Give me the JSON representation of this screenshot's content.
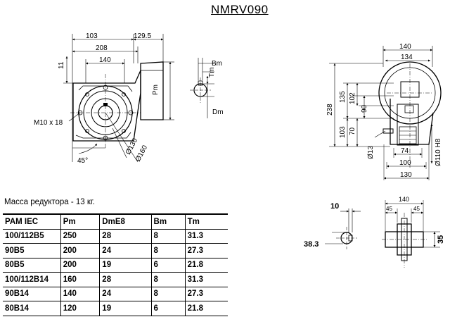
{
  "title": "NMRV090",
  "mass_note": "Масса редуктора - 13 кг.",
  "front_view": {
    "dim_103": "103",
    "dim_129_5": "129.5",
    "dim_208": "208",
    "dim_140": "140",
    "dim_11": "11",
    "dim_pm": "Pm",
    "thread": "M10 x 18",
    "dim_45deg": "45°",
    "dim_d130": "Ø130",
    "dim_d160": "Ø160"
  },
  "shaft_view": {
    "bm": "Bm",
    "tm": "Tm",
    "dm": "Dm"
  },
  "side_view": {
    "dim_140": "140",
    "dim_134": "134",
    "dim_238": "238",
    "dim_135": "135",
    "dim_102": "102",
    "dim_90": "90",
    "dim_103": "103",
    "dim_70": "70",
    "dim_d13": "Ø13",
    "dim_74": "74",
    "dim_100": "100",
    "dim_130": "130",
    "dim_d110": "Ø110 H8"
  },
  "out_shaft_view": {
    "dim_10": "10",
    "dim_38_3": "38.3",
    "dim_140": "140",
    "dim_45a": "45",
    "dim_45b": "45",
    "dim_35": "35"
  },
  "table": {
    "headers": [
      "PAM IEC",
      "Pm",
      "DmE8",
      "Bm",
      "Tm"
    ],
    "rows": [
      [
        "100/112B5",
        "250",
        "28",
        "8",
        "31.3"
      ],
      [
        "90B5",
        "200",
        "24",
        "8",
        "27.3"
      ],
      [
        "80B5",
        "200",
        "19",
        "6",
        "21.8"
      ],
      [
        "100/112B14",
        "160",
        "28",
        "8",
        "31.3"
      ],
      [
        "90B14",
        "140",
        "24",
        "8",
        "27.3"
      ],
      [
        "80B14",
        "120",
        "19",
        "6",
        "21.8"
      ]
    ]
  }
}
